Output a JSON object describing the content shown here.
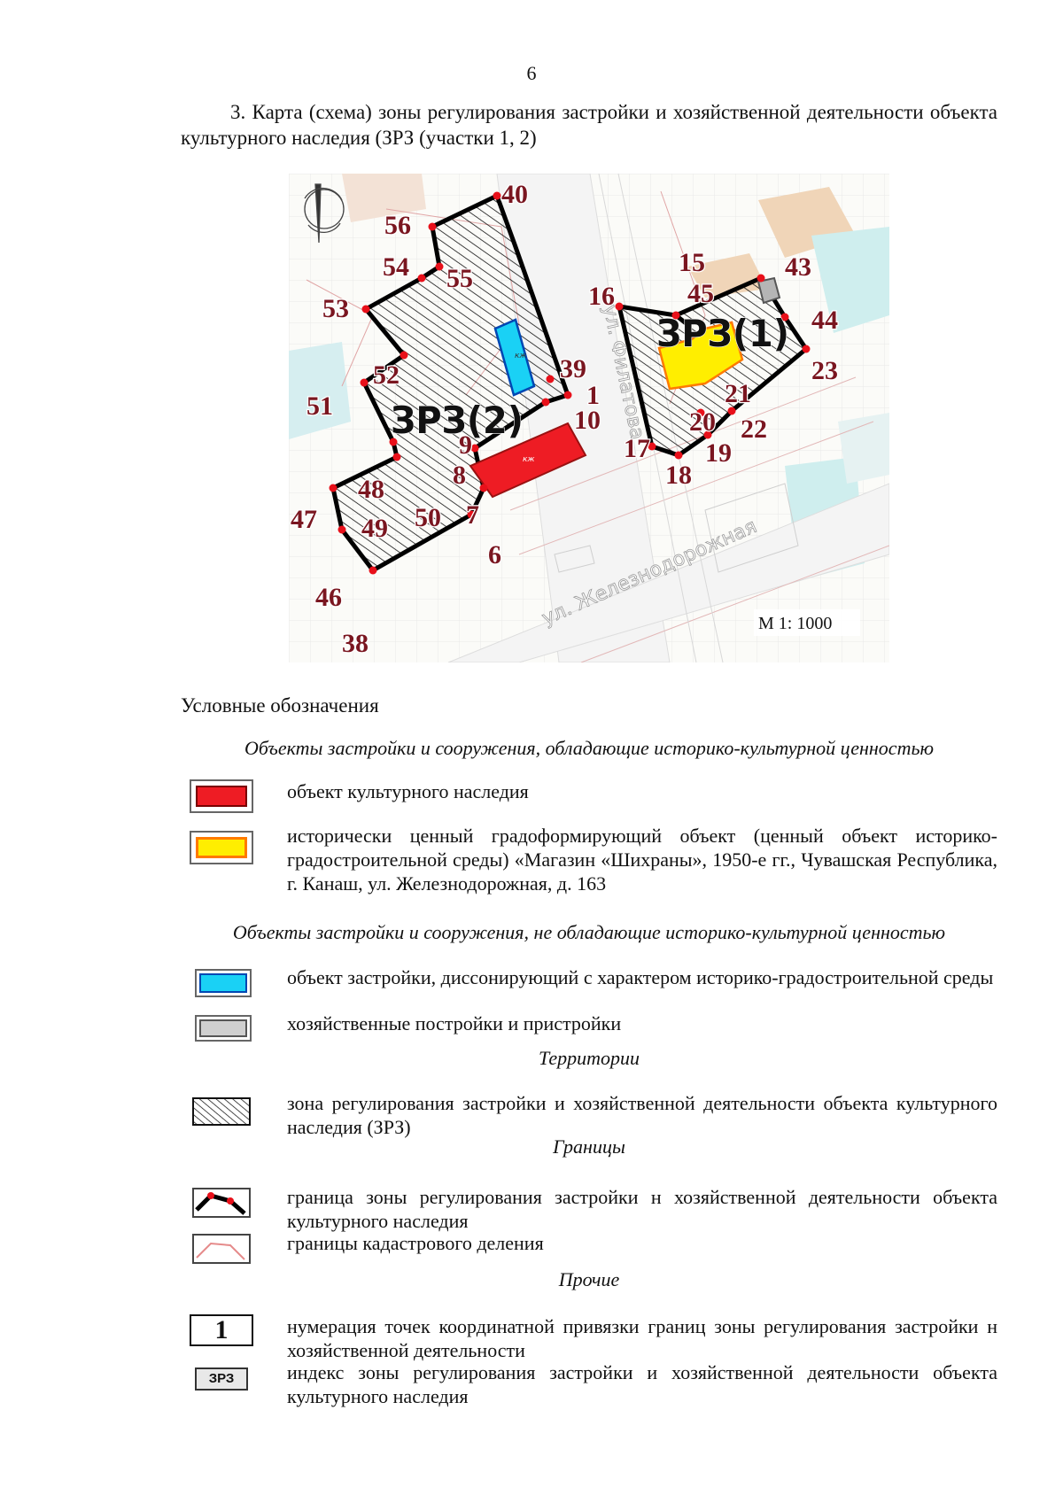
{
  "page_number": "6",
  "heading": "3. Карта (схема) зоны регулирования застройки и хозяйственной деятельности объекта культурного наследия (ЗРЗ (участки 1, 2)",
  "map": {
    "scale": "М 1: 1000",
    "zone_labels": [
      "ЗРЗ(2)",
      "ЗРЗ(1)"
    ],
    "street_labels": [
      "ул. Филатова",
      "ул. Железнодорожная"
    ],
    "building_marks": [
      "кж",
      "кж"
    ],
    "point_labels": [
      "40",
      "56",
      "54",
      "55",
      "53",
      "52",
      "51",
      "39",
      "1",
      "10",
      "9",
      "8",
      "7",
      "48",
      "47",
      "49",
      "50",
      "6",
      "46",
      "38",
      "15",
      "16",
      "45",
      "43",
      "44",
      "23",
      "21",
      "20",
      "22",
      "19",
      "17",
      "18"
    ],
    "colors": {
      "zone_boundary": "#000000",
      "point": "#e8101a",
      "heritage": "#ee1c24",
      "valuable": "#ffee00",
      "dissonant": "#1ad1f5",
      "cadastral": "#e58a8a"
    }
  },
  "legend": {
    "title": "Условные обозначения",
    "cat1": "Объекты застройки и сооружения, обладающие историко-культурной ценностью",
    "item_heritage": "объект культурного наследия",
    "item_valuable": "исторически ценный градоформирующий объект (ценный объект историко-градостроительной среды) «Магазин «Шихраны», 1950-е гг., Чувашская Республика, г. Канаш, ул. Железнодорожная, д. 163",
    "cat2": "Объекты застройки и сооружения, не обладающие историко-культурной ценностью",
    "item_dissonant": "объект застройки, диссонирующий с характером историко-градостроительной среды",
    "item_outbuildings": "хозяйственные постройки и пристройки",
    "cat3": "Территории",
    "item_zone": "зона регулирования застройки и хозяйственной деятельности объекта культурного наследия (ЗРЗ)",
    "cat4": "Границы",
    "item_zone_border": "граница зоны регулирования застройки н хозяйственной деятельности объекта культурного наследия",
    "item_cadastral": "границы кадастрового деления",
    "cat5": "Прочие",
    "item_numbering": "нумерация точек координатной привязки границ зоны регулирования застройки н хозяйственной деятельности",
    "item_index": "индекс зоны регулирования застройки и хозяйственной деятельности объекта культурного наследия",
    "sample_number": "1",
    "sample_index": "ЗРЗ"
  }
}
